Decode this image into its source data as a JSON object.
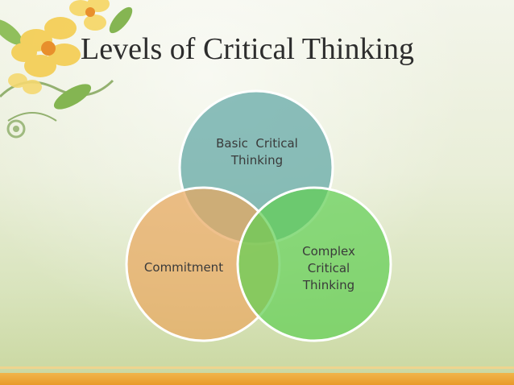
{
  "slide": {
    "title": "Levels of Critical Thinking"
  },
  "venn": {
    "circles": [
      {
        "id": "basic",
        "line1": "Basic  Critical",
        "line2": "Thinking",
        "fill": "#5fa6a5"
      },
      {
        "id": "commitment",
        "line1": "Commitment",
        "fill": "#e9a85f"
      },
      {
        "id": "complex",
        "line1": "Complex",
        "line2": "Critical",
        "line3": "Thinking",
        "fill": "#63cf55"
      }
    ]
  },
  "colors": {
    "background": "#e9eed8",
    "accent_bar": "#e89a2a",
    "title_text": "#2d2d2d",
    "circle_stroke": "#ffffff"
  }
}
